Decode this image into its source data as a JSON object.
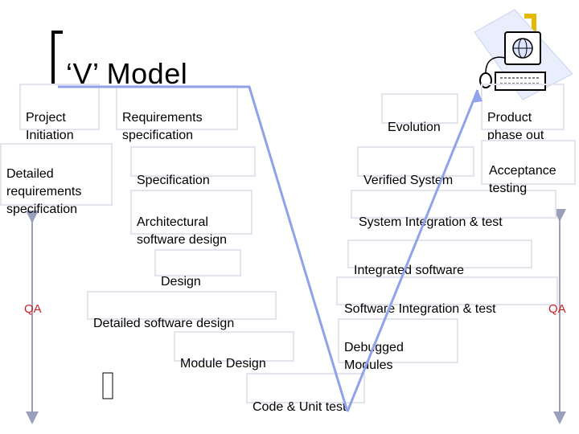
{
  "title": "‘V’ Model",
  "colors": {
    "box_border": "#e4e4ee",
    "arrow": "#8fa2ea",
    "qa_text": "#cc2222",
    "qa_arrow": "#9aa0ba",
    "bracket": "#000000",
    "corner_bracket": "#e6b800"
  },
  "icons": [
    "computer-terminal-icon",
    "placeholder-square-icon"
  ],
  "left_column": {
    "project_initiation": "Project\nInitiation",
    "detailed_requirements": "Detailed\nrequirements\nspecification",
    "qa": "QA"
  },
  "left_arm": {
    "requirements_spec": "Requirements\nspecification",
    "specification": "Specification",
    "architectural_design": "Architectural\nsoftware design",
    "design": "Design",
    "detailed_design": "Detailed software design",
    "module_design": "Module Design"
  },
  "bottom": {
    "code_unit_test": "Code & Unit test"
  },
  "right_arm": {
    "debugged_modules": "Debugged\nModules",
    "software_integration": "Software Integration & test",
    "integrated_software": "Integrated software",
    "system_integration": "System Integration & test",
    "verified_system": "Verified System",
    "evolution": "Evolution"
  },
  "right_column": {
    "product_phase_out": "Product\nphase out",
    "acceptance_testing": "Acceptance\ntesting",
    "qa": "QA"
  }
}
